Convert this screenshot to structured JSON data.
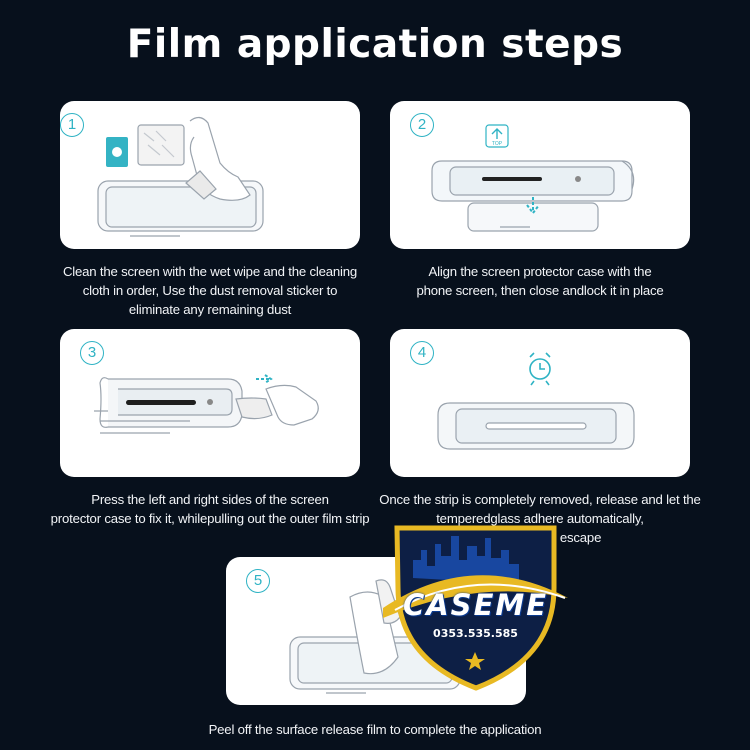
{
  "title": "Film application steps",
  "steps": [
    {
      "number": "1",
      "caption_lines": [
        "Clean the screen with the wet wipe and  the cleaning",
        "cloth in order, Use the dust removal sticker  to",
        "eliminate any remaining dust"
      ]
    },
    {
      "number": "2",
      "caption_lines": [
        "Align the screen protector case with the",
        "phone screen,  then close andlock it in place"
      ]
    },
    {
      "number": "3",
      "caption_lines": [
        "Press the left and right sides of the screen",
        "protector case to fix it, whilepulling out the outer film strip"
      ]
    },
    {
      "number": "4",
      "caption_lines": [
        "Once the strip is completely removed,  release and let the",
        "temperedglass adhere automatically,",
        "allowing air to escape"
      ]
    },
    {
      "number": "5",
      "caption_lines": [
        "Peel off the surface release film to complete the application"
      ]
    }
  ],
  "step2_tag": "TOP",
  "watermark": {
    "brand": "CASEME",
    "phone": "0353.535.585"
  },
  "colors": {
    "background": "#07101c",
    "accent": "#2fb3c4",
    "badge_gold": "#e8b923",
    "badge_blue": "#1b4fb0"
  }
}
